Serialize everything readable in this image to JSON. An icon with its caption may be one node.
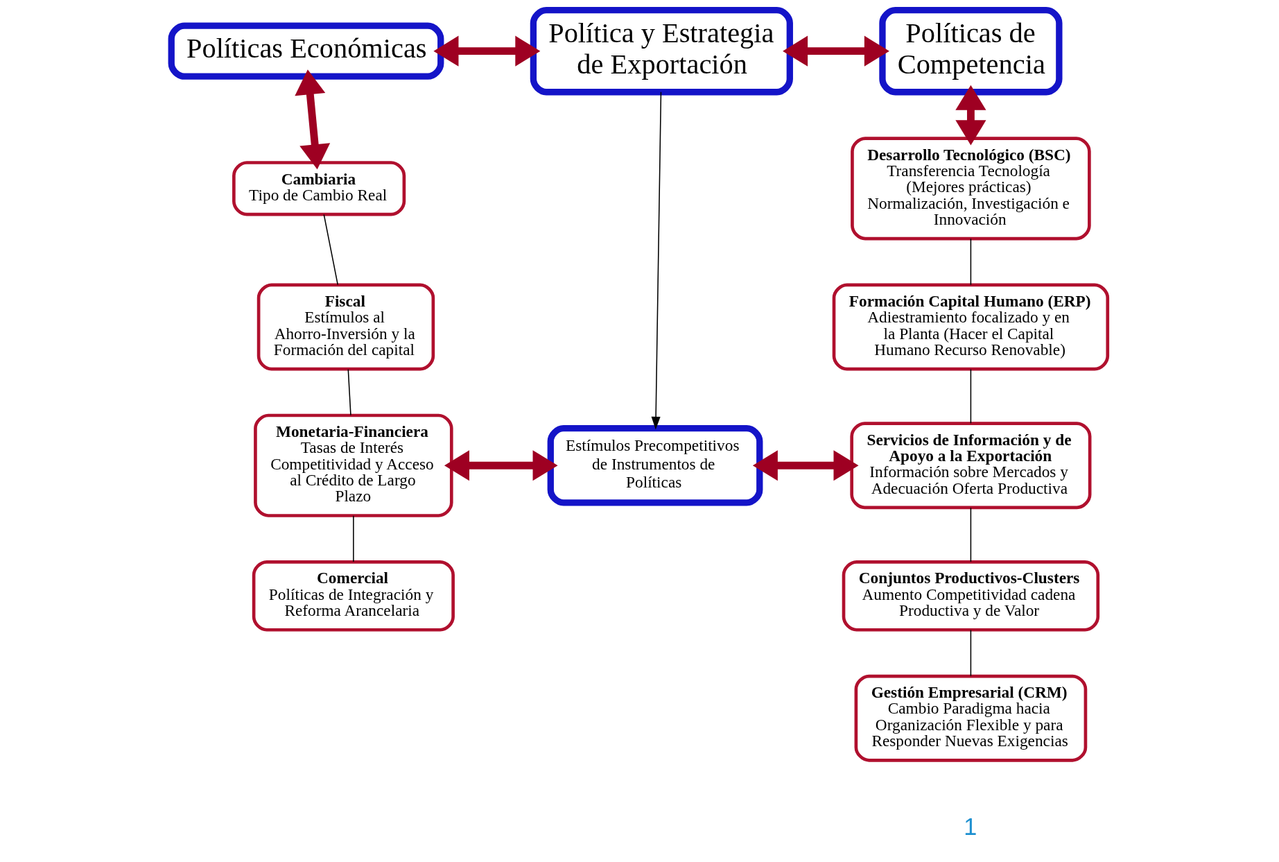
{
  "diagram": {
    "nodes": [
      {
        "text": [
          "Políticas Económicas"
        ]
      },
      {
        "text": [
          "Política y Estrategia de Exportación"
        ]
      },
      {
        "text": [
          "Políticas de Competencia"
        ]
      },
      {
        "text": [
          "Cambiaria",
          "Tipo de Cambio Real"
        ]
      },
      {
        "text": [
          "Fiscal",
          "Estímulos al Ahorro-Inversión y la Formación del capital"
        ]
      },
      {
        "text": [
          "Monetaria-Financiera",
          "Tasas de Interés Competitividad y Acceso al Crédito de Largo Plazo"
        ]
      },
      {
        "text": [
          "Comercial",
          "Políticas de Integración y Reforma Arancelaria"
        ]
      },
      {
        "text": [
          "Estímulos Precompetitivos de Instrumentos de Políticas"
        ]
      },
      {
        "text": [
          "Desarrollo Tecnológico (BSC)",
          "Transferencia Tecnología (Mejores prácticas) Normalización, Investigación e Innovación"
        ]
      },
      {
        "text": [
          "Formación Capital Humano (ERP)",
          "Adiestramiento focalizado y en la Planta (Hacer el Capital Humano Recurso Renovable)"
        ]
      },
      {
        "text": [
          "Servicios de Información y de Apoyo a la Exportación",
          "Información sobre Mercados y Adecuación Oferta Productiva"
        ]
      },
      {
        "text": [
          "Conjuntos Productivos-Clusters",
          "Aumento Competitividad cadena Productiva y de Valor"
        ]
      },
      {
        "text": [
          "Gestión Empresarial (CRM)",
          "Cambio Paradigma hacia Organización Flexible y para Responder Nuevas Exigencias"
        ]
      }
    ],
    "edges": [
      {
        "from": 0,
        "to": 1,
        "arrow": "both",
        "style": "thick",
        "color": "#9e0022"
      },
      {
        "from": 1,
        "to": 2,
        "arrow": "both",
        "style": "thick",
        "color": "#9e0022"
      },
      {
        "from": 0,
        "to": 3,
        "arrow": "both",
        "style": "thick",
        "color": "#9e0022"
      },
      {
        "from": 2,
        "to": 8,
        "arrow": "both",
        "style": "thick",
        "color": "#9e0022"
      },
      {
        "from": 1,
        "to": 7,
        "arrow": "to"
      },
      {
        "from": 3,
        "to": 4,
        "arrow": "none"
      },
      {
        "from": 4,
        "to": 5,
        "arrow": "none"
      },
      {
        "from": 5,
        "to": 6,
        "arrow": "none"
      },
      {
        "from": 5,
        "to": 7,
        "arrow": "both",
        "style": "thick",
        "color": "#9e0022"
      },
      {
        "from": 7,
        "to": 10,
        "arrow": "both",
        "style": "thick",
        "color": "#9e0022"
      },
      {
        "from": 8,
        "to": 9,
        "arrow": "none"
      },
      {
        "from": 9,
        "to": 10,
        "arrow": "none"
      },
      {
        "from": 10,
        "to": 11,
        "arrow": "none"
      },
      {
        "from": 11,
        "to": 12,
        "arrow": "none"
      }
    ],
    "labels": [
      "1"
    ]
  }
}
